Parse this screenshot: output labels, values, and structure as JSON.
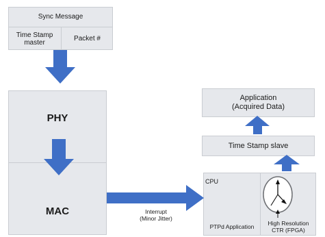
{
  "sync_message": {
    "title": "Sync Message",
    "timestamp_master": "Time Stamp\nmaster",
    "packet_number": "Packet #"
  },
  "phy_mac": {
    "phy": "PHY",
    "mac": "MAC"
  },
  "interrupt": {
    "label": "Interrupt\n(Minor Jitter)"
  },
  "application": {
    "label": "Application\n(Acquired Data)"
  },
  "timestamp_slave": {
    "label": "Time Stamp slave"
  },
  "cpu_block": {
    "cpu": "CPU",
    "ptpd": "PTPd Application",
    "counter": "High Resolution\nCTR (FPGA)"
  },
  "colors": {
    "arrow": "#3f6fc6",
    "box_fill": "#e6e8ec",
    "box_border": "#c9ccd1"
  },
  "icons": [
    "clock-icon"
  ]
}
